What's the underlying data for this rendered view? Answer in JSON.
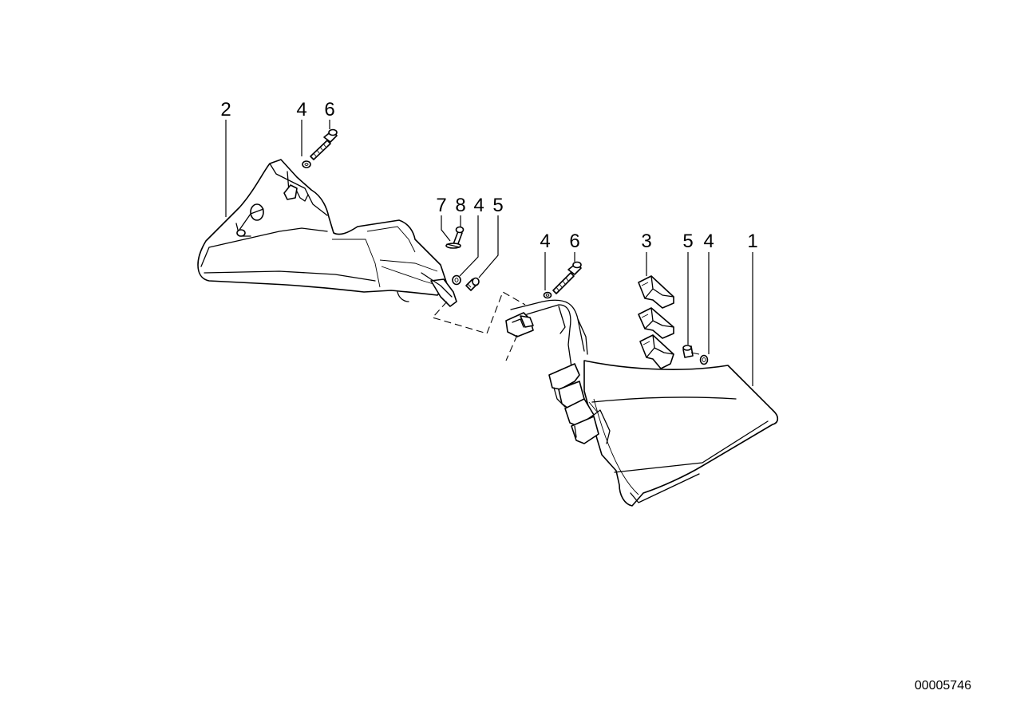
{
  "diagram": {
    "reference_number": "00005746",
    "callouts": [
      {
        "id": "c2-left",
        "label": "2"
      },
      {
        "id": "c4-top",
        "label": "4"
      },
      {
        "id": "c6-top",
        "label": "6"
      },
      {
        "id": "c7",
        "label": "7"
      },
      {
        "id": "c8",
        "label": "8"
      },
      {
        "id": "c4-mid",
        "label": "4"
      },
      {
        "id": "c5-mid",
        "label": "5"
      },
      {
        "id": "c4-right",
        "label": "4"
      },
      {
        "id": "c6-right",
        "label": "6"
      },
      {
        "id": "c3",
        "label": "3"
      },
      {
        "id": "c5-right",
        "label": "5"
      },
      {
        "id": "c4-far",
        "label": "4"
      },
      {
        "id": "c1",
        "label": "1"
      }
    ]
  }
}
